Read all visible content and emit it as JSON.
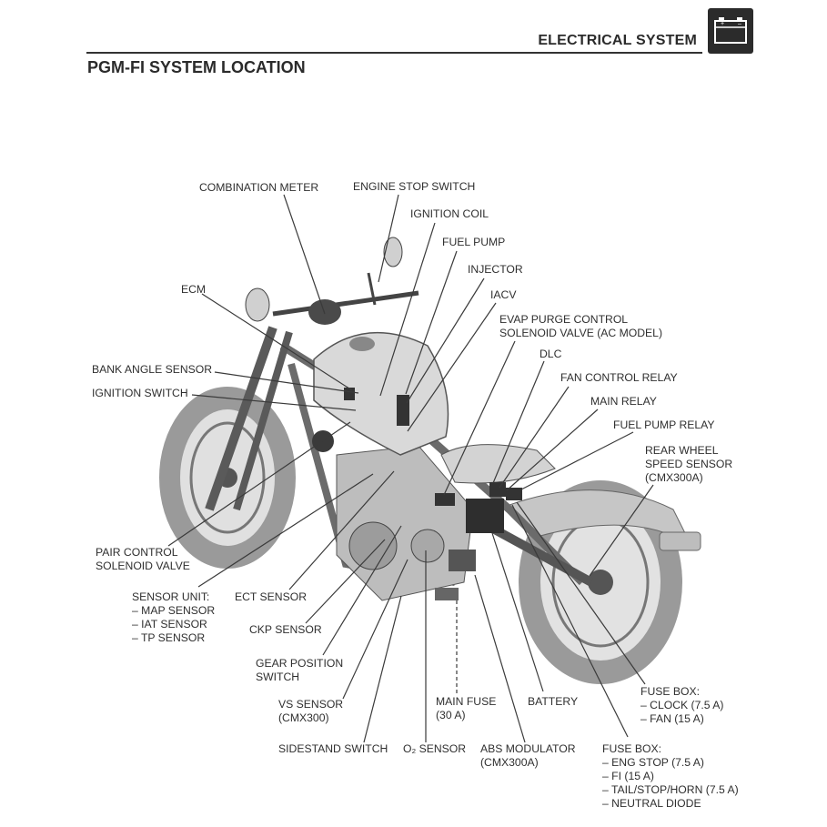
{
  "header": {
    "section": "ELECTRICAL SYSTEM",
    "badge_icon": "battery-icon"
  },
  "page_title": "PGM-FI SYSTEM LOCATION",
  "labels": {
    "combination_meter": "COMBINATION METER",
    "engine_stop_switch": "ENGINE STOP SWITCH",
    "ignition_coil": "IGNITION COIL",
    "fuel_pump": "FUEL PUMP",
    "injector": "INJECTOR",
    "iacv": "IACV",
    "ecm": "ECM",
    "evap": "EVAP PURGE CONTROL\nSOLENOID VALVE (AC MODEL)",
    "dlc": "DLC",
    "fan_control_relay": "FAN CONTROL RELAY",
    "main_relay": "MAIN RELAY",
    "fuel_pump_relay": "FUEL PUMP RELAY",
    "rear_wheel_speed_sensor": "REAR WHEEL\nSPEED SENSOR\n(CMX300A)",
    "bank_angle_sensor": "BANK ANGLE SENSOR",
    "ignition_switch": "IGNITION SWITCH",
    "pair_control": "PAIR CONTROL\nSOLENOID VALVE",
    "sensor_unit": "SENSOR UNIT:\n– MAP SENSOR\n– IAT SENSOR\n– TP SENSOR",
    "ect_sensor": "ECT SENSOR",
    "ckp_sensor": "CKP SENSOR",
    "gear_position_switch": "GEAR POSITION\nSWITCH",
    "vs_sensor": "VS SENSOR\n(CMX300)",
    "main_fuse": "MAIN FUSE\n(30 A)",
    "battery": "BATTERY",
    "fuse_box_1": "FUSE BOX:\n– CLOCK (7.5 A)\n– FAN (15 A)",
    "sidestand_switch": "SIDESTAND SWITCH",
    "o2_sensor": "O₂ SENSOR",
    "abs_modulator": "ABS MODULATOR\n(CMX300A)",
    "fuse_box_2": "FUSE BOX:\n– ENG STOP (7.5 A)\n– FI (15 A)\n– TAIL/STOP/HORN (7.5 A)\n– NEUTRAL DIODE"
  },
  "illustration": {
    "subject": "motorcycle-illustration"
  },
  "colors": {
    "ink": "#2b2b2b",
    "line": "#3a3a3a",
    "bike_fill": "#cfcfcf",
    "bike_dark": "#4a4a4a",
    "tire": "#8c8c8c"
  }
}
